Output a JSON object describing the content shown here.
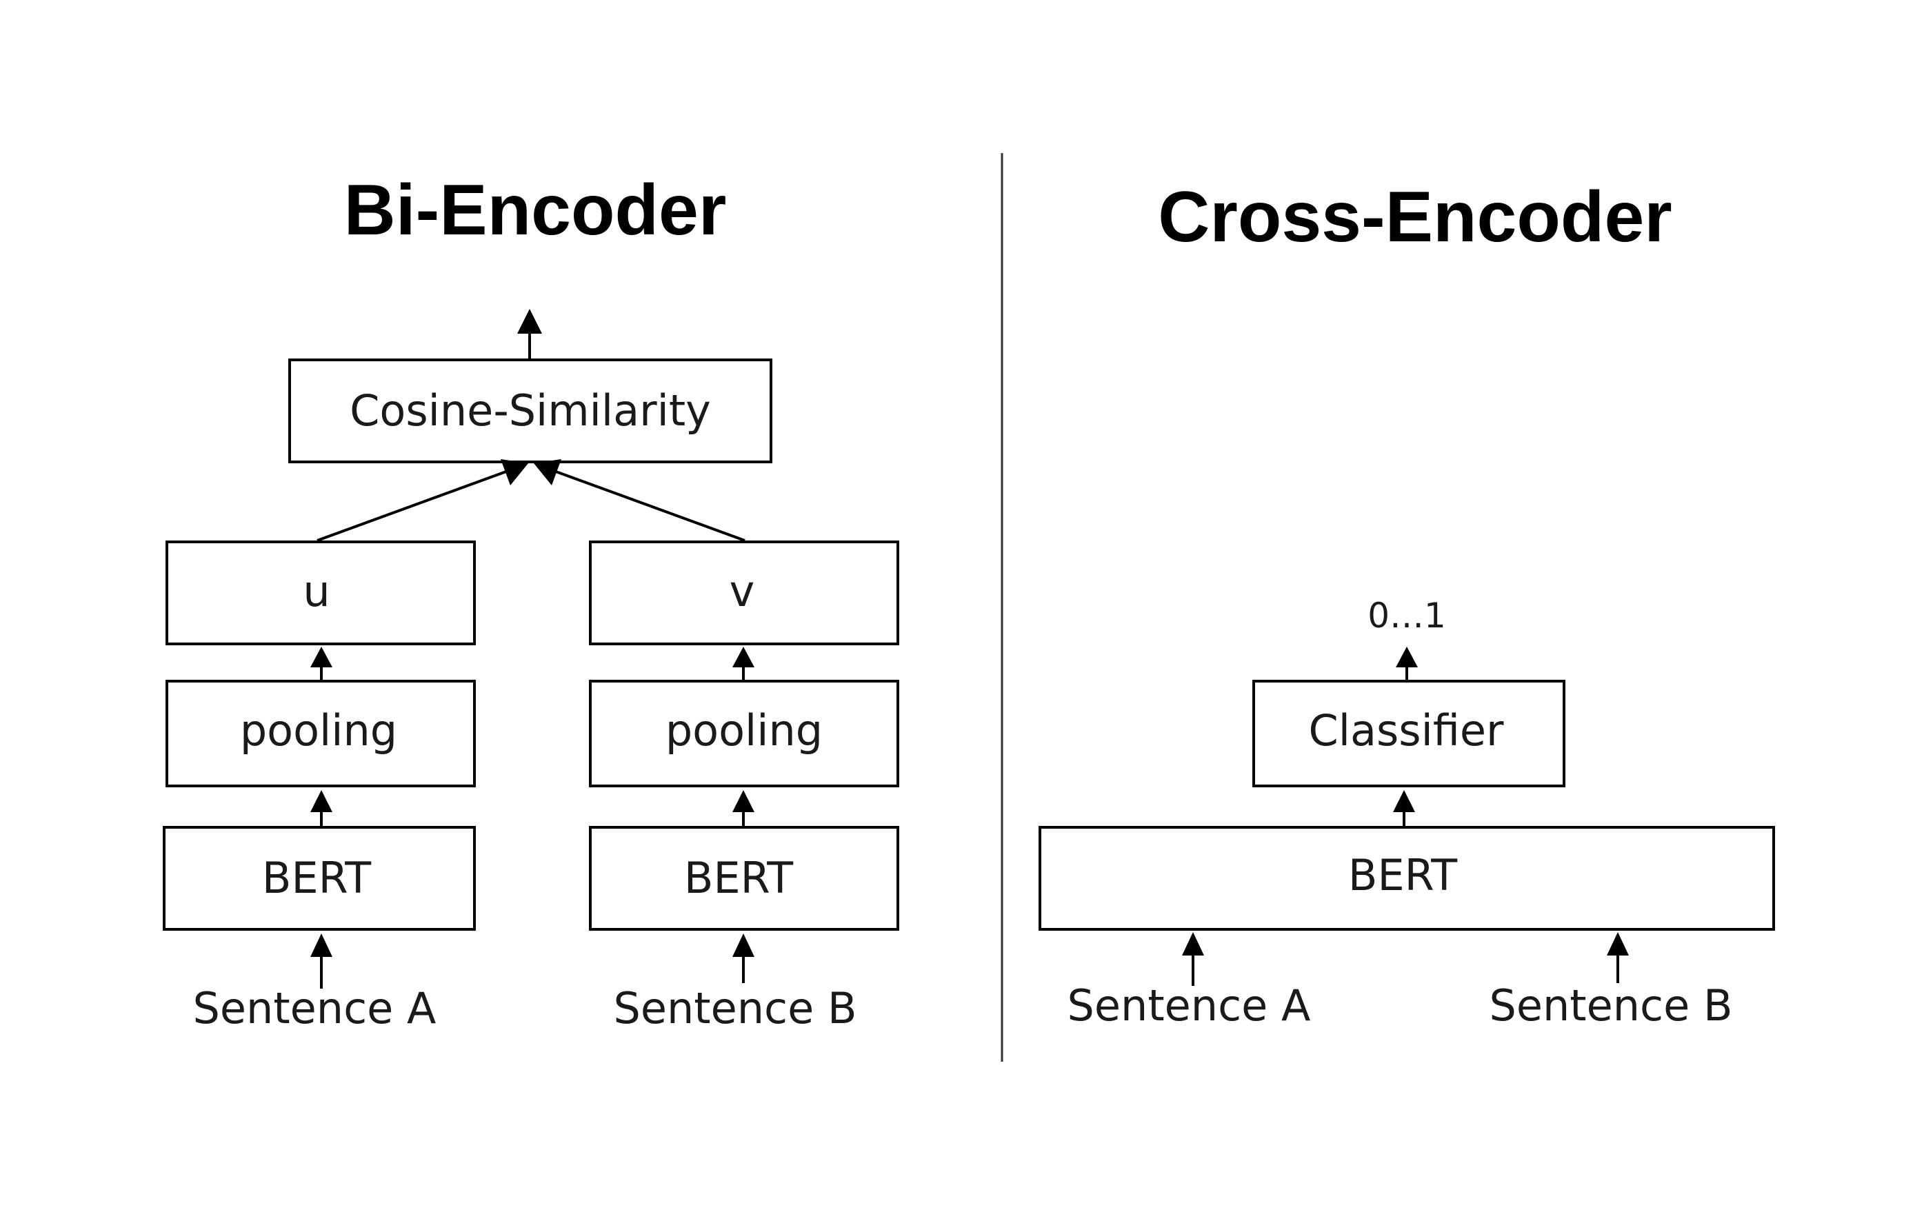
{
  "bi_encoder": {
    "title": "Bi-Encoder",
    "similarity_label": "Cosine-Similarity",
    "left_column": {
      "vector_label": "u",
      "pooling_label": "pooling",
      "model_label": "BERT",
      "input_label": "Sentence A"
    },
    "right_column": {
      "vector_label": "v",
      "pooling_label": "pooling",
      "model_label": "BERT",
      "input_label": "Sentence B"
    }
  },
  "cross_encoder": {
    "title": "Cross-Encoder",
    "output_label": "0…1",
    "classifier_label": "Classifier",
    "model_label": "BERT",
    "input_a_label": "Sentence A",
    "input_b_label": "Sentence B"
  },
  "colors": {
    "stroke": "#000000",
    "background": "#ffffff",
    "text": "#1a1a1a"
  }
}
